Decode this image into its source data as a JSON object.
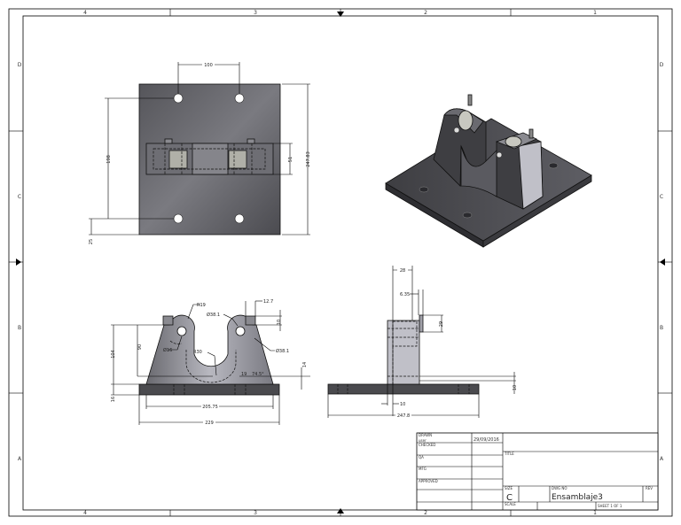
{
  "sheet": {
    "zones_columns": [
      "4",
      "3",
      "2",
      "1"
    ],
    "zones_rows": [
      "D",
      "C",
      "B",
      "A"
    ]
  },
  "views": {
    "top": {
      "dims": {
        "hole_spacing": "100",
        "hole_vertical": "198",
        "edge_offset": "25",
        "slot_height": "51",
        "overall_height": "247.83"
      }
    },
    "front": {
      "dims": {
        "r_top": "R19",
        "dia_top": "Ø38.1",
        "tab_width": "12.7",
        "tab_height": "10",
        "dia_hole": "Ø16",
        "height_90": "90",
        "height_104": "104",
        "r_u": "R30",
        "dia_right": "Ø38.1",
        "height_14": "14",
        "small_19": "19",
        "angle": "74.5°",
        "base_thk": "16",
        "width_inner": "205.75",
        "width_overall": "229"
      }
    },
    "side": {
      "dims": {
        "width_28": "28",
        "tab_thk": "6.35",
        "tab_h": "29",
        "offset_10": "10",
        "base_10": "10",
        "overall": "247.8"
      }
    }
  },
  "title_block": {
    "drawn_label": "DRAWN",
    "drawn_by": "user",
    "drawn_date": "29/09/2016",
    "checked_label": "CHECKED",
    "qa_label": "QA",
    "mfg_label": "MFG",
    "approved_label": "APPROVED",
    "title_label": "TITLE",
    "size_label": "SIZE",
    "size_value": "C",
    "dwg_no_label": "DWG NO",
    "dwg_no_value": "Ensamblaje3",
    "rev_label": "REV",
    "scale_label": "SCALE",
    "sheet_label": "SHEET 1  OF 1"
  },
  "colors": {
    "part_dark": "#4a4a4e",
    "part_light": "#9a9aa0",
    "line": "#000000"
  }
}
